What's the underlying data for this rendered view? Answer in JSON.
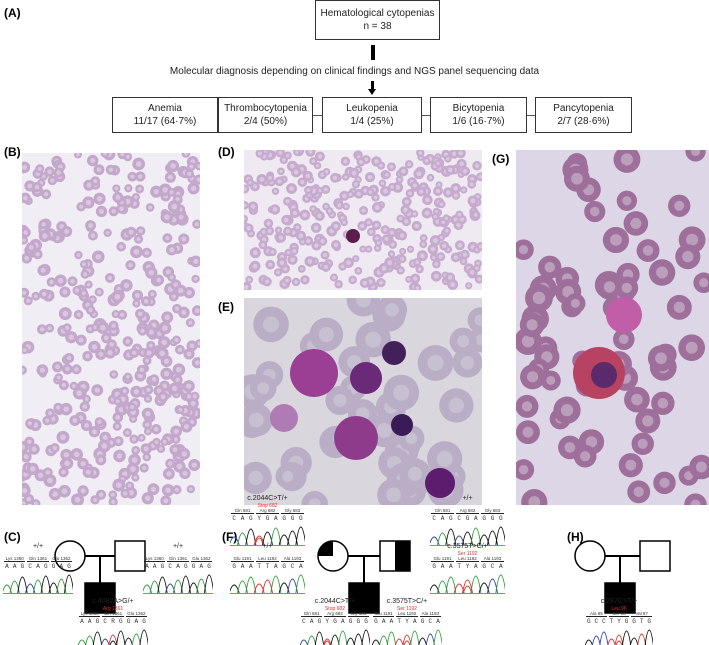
{
  "panel_labels": {
    "A": "(A)",
    "B": "(B)",
    "C": "(C)",
    "D": "(D)",
    "E": "(E)",
    "F": "(F)",
    "G": "(G)",
    "H": "(H)"
  },
  "flowchart": {
    "top_box": {
      "title": "Hematological cytopenias",
      "n": "n = 38"
    },
    "middle_text": "Molecular diagnosis depending on clinical findings and NGS panel sequencing data",
    "categories": [
      {
        "name": "Anemia",
        "value": "11/17 (64·7%)"
      },
      {
        "name": "Thrombocytopenia",
        "value": "2/4 (50%)"
      },
      {
        "name": "Leukopenia",
        "value": "1/4 (25%)"
      },
      {
        "name": "Bicytopenia",
        "value": "1/6 (16·7%)"
      },
      {
        "name": "Pancytopenia",
        "value": "2/7 (28·6%)"
      }
    ]
  },
  "pedigrees": {
    "C": {
      "mother": {
        "genotype": "+/+",
        "codons": [
          "Lys 1360",
          "Gln 1361",
          "Glu 1362"
        ],
        "bases": "AAGCAGGAG"
      },
      "father": {
        "genotype": "+/+",
        "codons": [
          "Lys 1360",
          "Gln 1361",
          "Glu 1362"
        ],
        "bases": "AAGCAGGAG"
      },
      "proband": {
        "genotype": "c.4082A>G/+",
        "mutation": "Arg 1361",
        "codons": [
          "Lys 1360",
          "Gln 1361",
          "Glu 1362"
        ],
        "bases": "AAGCRGGAG"
      }
    },
    "F": {
      "mother_top": {
        "genotype": "c.2044C>T/+",
        "mutation": "Stop 682",
        "codons": [
          "Gln 681",
          "Arg 682",
          "Gly 683"
        ],
        "bases": "CAGYGAGGG"
      },
      "mother_bottom": {
        "genotype": "+/+",
        "codons": [
          "Glu 1191",
          "Leu 1192",
          "Ala 1193"
        ],
        "bases": "GAATTAGCA"
      },
      "father_top": {
        "genotype": "+/+",
        "codons": [
          "Gln 681",
          "Arg 682",
          "Gly 683"
        ],
        "bases": "CAGCGAGGG"
      },
      "father_bottom": {
        "genotype": "c.3575T>C/+",
        "mutation": "Ser 1192",
        "codons": [
          "Glu 1191",
          "Leu 1192",
          "Ala 1193"
        ],
        "bases": "GAATYAGCA"
      },
      "proband_1": {
        "genotype": "c.2044C>T/+",
        "mutation": "Stop 682",
        "codons": [
          "Gln 681",
          "Arg 682",
          "Gly 683"
        ],
        "bases": "CAGYGAGGG"
      },
      "proband_2": {
        "genotype": "c.3575T>C/+",
        "mutation": "Ser 1192",
        "codons": [
          "Glu 1191",
          "Leu 1192",
          "Ala 1193"
        ],
        "bases": "GAATYAGCA"
      }
    },
    "H": {
      "proband": {
        "genotype": "c.287C>T/+",
        "mutation": "Leu 96",
        "codons": [
          "Ala 95",
          "Ser 96",
          "Val 97"
        ],
        "bases": "GCCTYGGTG"
      }
    }
  },
  "colors": {
    "affected": "#000000",
    "mutation_text": "#e0302a",
    "A": "#2a9d3a",
    "C": "#2b3fa8",
    "G": "#111111",
    "T": "#d8302a",
    "rbc": "#c7a9c9",
    "background_smear": "#e9e2ee"
  }
}
